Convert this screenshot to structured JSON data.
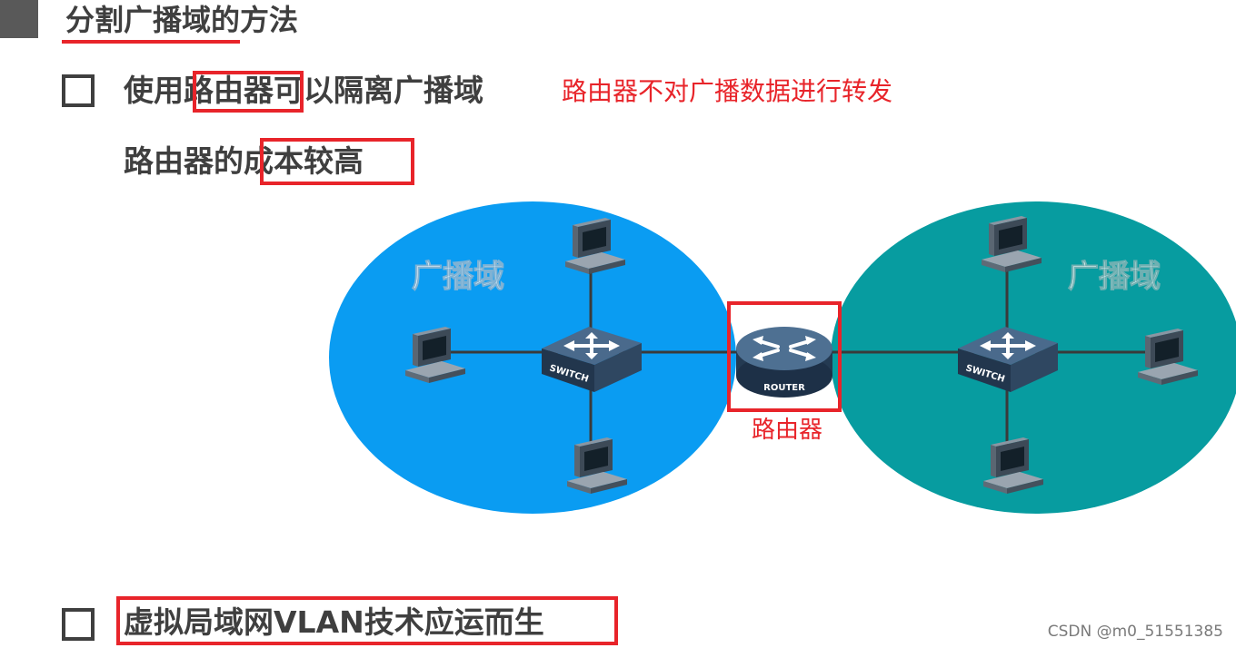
{
  "title": "分割广播域的方法",
  "bullets": [
    {
      "text": "使用路由器可以隔离广播域",
      "note": "路由器不对广播数据进行转发"
    },
    {
      "text": "路由器的成本较高"
    },
    {
      "text": "虚拟局域网VLAN技术应运而生"
    }
  ],
  "diagram": {
    "left_domain_label": "广播域",
    "right_domain_label": "广播域",
    "switch_label": "SWITCH",
    "router_label": "ROUTER",
    "router_caption": "路由器",
    "colors": {
      "left_domain": "#0a9cf2",
      "right_domain": "#079ca0",
      "highlight": "#e8242a"
    }
  },
  "watermark": "CSDN @m0_51551385"
}
